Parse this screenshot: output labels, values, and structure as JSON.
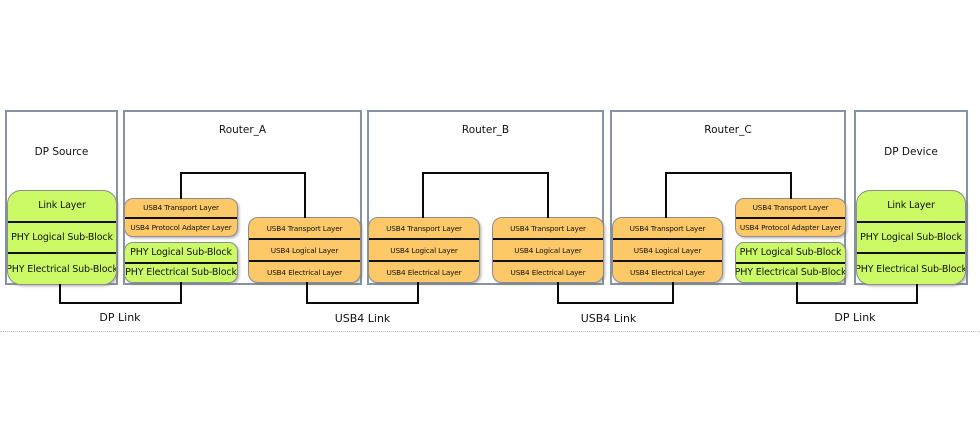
{
  "columns": [
    {
      "id": "dp-source",
      "title": "DP Source",
      "stacks": [
        {
          "color": "green",
          "rows": [
            "Link Layer",
            "PHY Logical Sub-Block",
            "PHY Electrical Sub-Block"
          ]
        }
      ]
    },
    {
      "id": "router-a",
      "title": "Router_A",
      "stacks": [
        {
          "color": "orange",
          "rows": [
            "USB4 Transport Layer",
            "USB4 Protocol Adapter Layer"
          ]
        },
        {
          "color": "green",
          "rows": [
            "PHY Logical Sub-Block",
            "PHY Electrical Sub-Block"
          ]
        },
        {
          "color": "orange",
          "rows": [
            "USB4 Transport Layer",
            "USB4 Logical Layer",
            "USB4 Electrical Layer"
          ]
        }
      ]
    },
    {
      "id": "router-b",
      "title": "Router_B",
      "stacks": [
        {
          "color": "orange",
          "rows": [
            "USB4 Transport Layer",
            "USB4 Logical Layer",
            "USB4 Electrical Layer"
          ]
        },
        {
          "color": "orange",
          "rows": [
            "USB4 Transport Layer",
            "USB4 Logical Layer",
            "USB4 Electrical Layer"
          ]
        }
      ]
    },
    {
      "id": "router-c",
      "title": "Router_C",
      "stacks": [
        {
          "color": "orange",
          "rows": [
            "USB4 Transport Layer",
            "USB4 Logical Layer",
            "USB4 Electrical Layer"
          ]
        },
        {
          "color": "orange",
          "rows": [
            "USB4 Transport Layer",
            "USB4 Protocol Adapter Layer"
          ]
        },
        {
          "color": "green",
          "rows": [
            "PHY Logical Sub-Block",
            "PHY Electrical Sub-Block"
          ]
        }
      ]
    },
    {
      "id": "dp-device",
      "title": "DP Device",
      "stacks": [
        {
          "color": "green",
          "rows": [
            "Link Layer",
            "PHY Logical Sub-Block",
            "PHY Electrical Sub-Block"
          ]
        }
      ]
    }
  ],
  "link_labels": [
    {
      "id": "dp-link-left",
      "label": "DP Link"
    },
    {
      "id": "usb4-link-ab",
      "label": "USB4 Link"
    },
    {
      "id": "usb4-link-bc",
      "label": "USB4 Link"
    },
    {
      "id": "dp-link-right",
      "label": "DP Link"
    }
  ],
  "colors": {
    "green_block": "#ccf966",
    "orange_block": "#fdc968",
    "outer_border": "#8594a5",
    "block_border": "#8e8e8e",
    "connector": "#0a0a0a"
  }
}
